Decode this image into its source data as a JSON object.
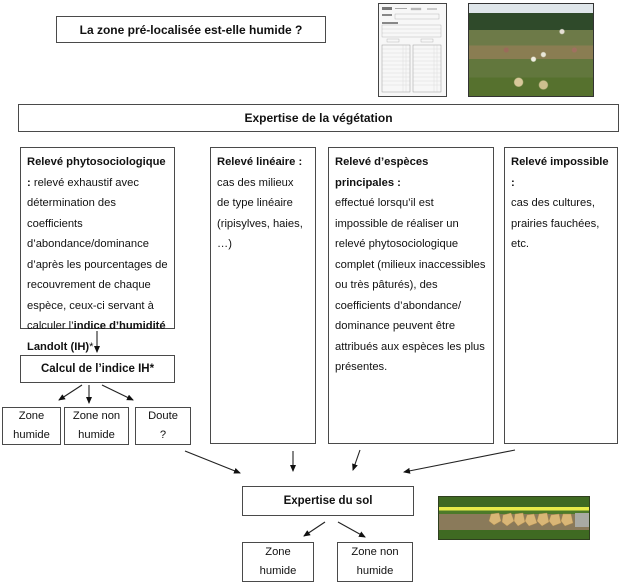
{
  "question": "La zone pré-localisée est-elle humide ?",
  "images": {
    "form": "field-survey-form",
    "meadow": "wet-meadow-photo",
    "soil": "soil-core-photo"
  },
  "vegetation_title": "Expertise de la végétation",
  "methods": [
    {
      "title": "Relevé phytosociologique :",
      "text": "relevé exhaustif avec détermination des coefficients d’abondance/dominance d’après les pourcentages de recouvrement de chaque espèce, ceux-ci servant à calculer l’",
      "bold_tail": "indice d’humidité Landolt (IH)",
      "suffix": "*"
    },
    {
      "title": "Relevé linéaire :",
      "text": "cas des milieux de type linéaire (ripisylves, haies, …)"
    },
    {
      "title": "Relevé d’espèces principales :",
      "text": "effectué lorsqu’il est impossible de réaliser un relevé phytosociologique complet (milieux inaccessibles ou très pâturés), des coefficients d’abondance/ dominance peuvent être attribués aux espèces les plus présentes."
    },
    {
      "title": "Relevé impossible :",
      "text": "cas des cultures, prairies fauchées, etc."
    }
  ],
  "ih_calc": "Calcul de l’indice IH*",
  "ih_results": [
    {
      "line1": "Zone",
      "line2": "humide"
    },
    {
      "line1": "Zone non",
      "line2": "humide"
    },
    {
      "line1": "Doute",
      "line2": "?"
    }
  ],
  "soil_title": "Expertise du sol",
  "soil_results": [
    {
      "line1": "Zone",
      "line2": "humide"
    },
    {
      "line1": "Zone non",
      "line2": "humide"
    }
  ]
}
